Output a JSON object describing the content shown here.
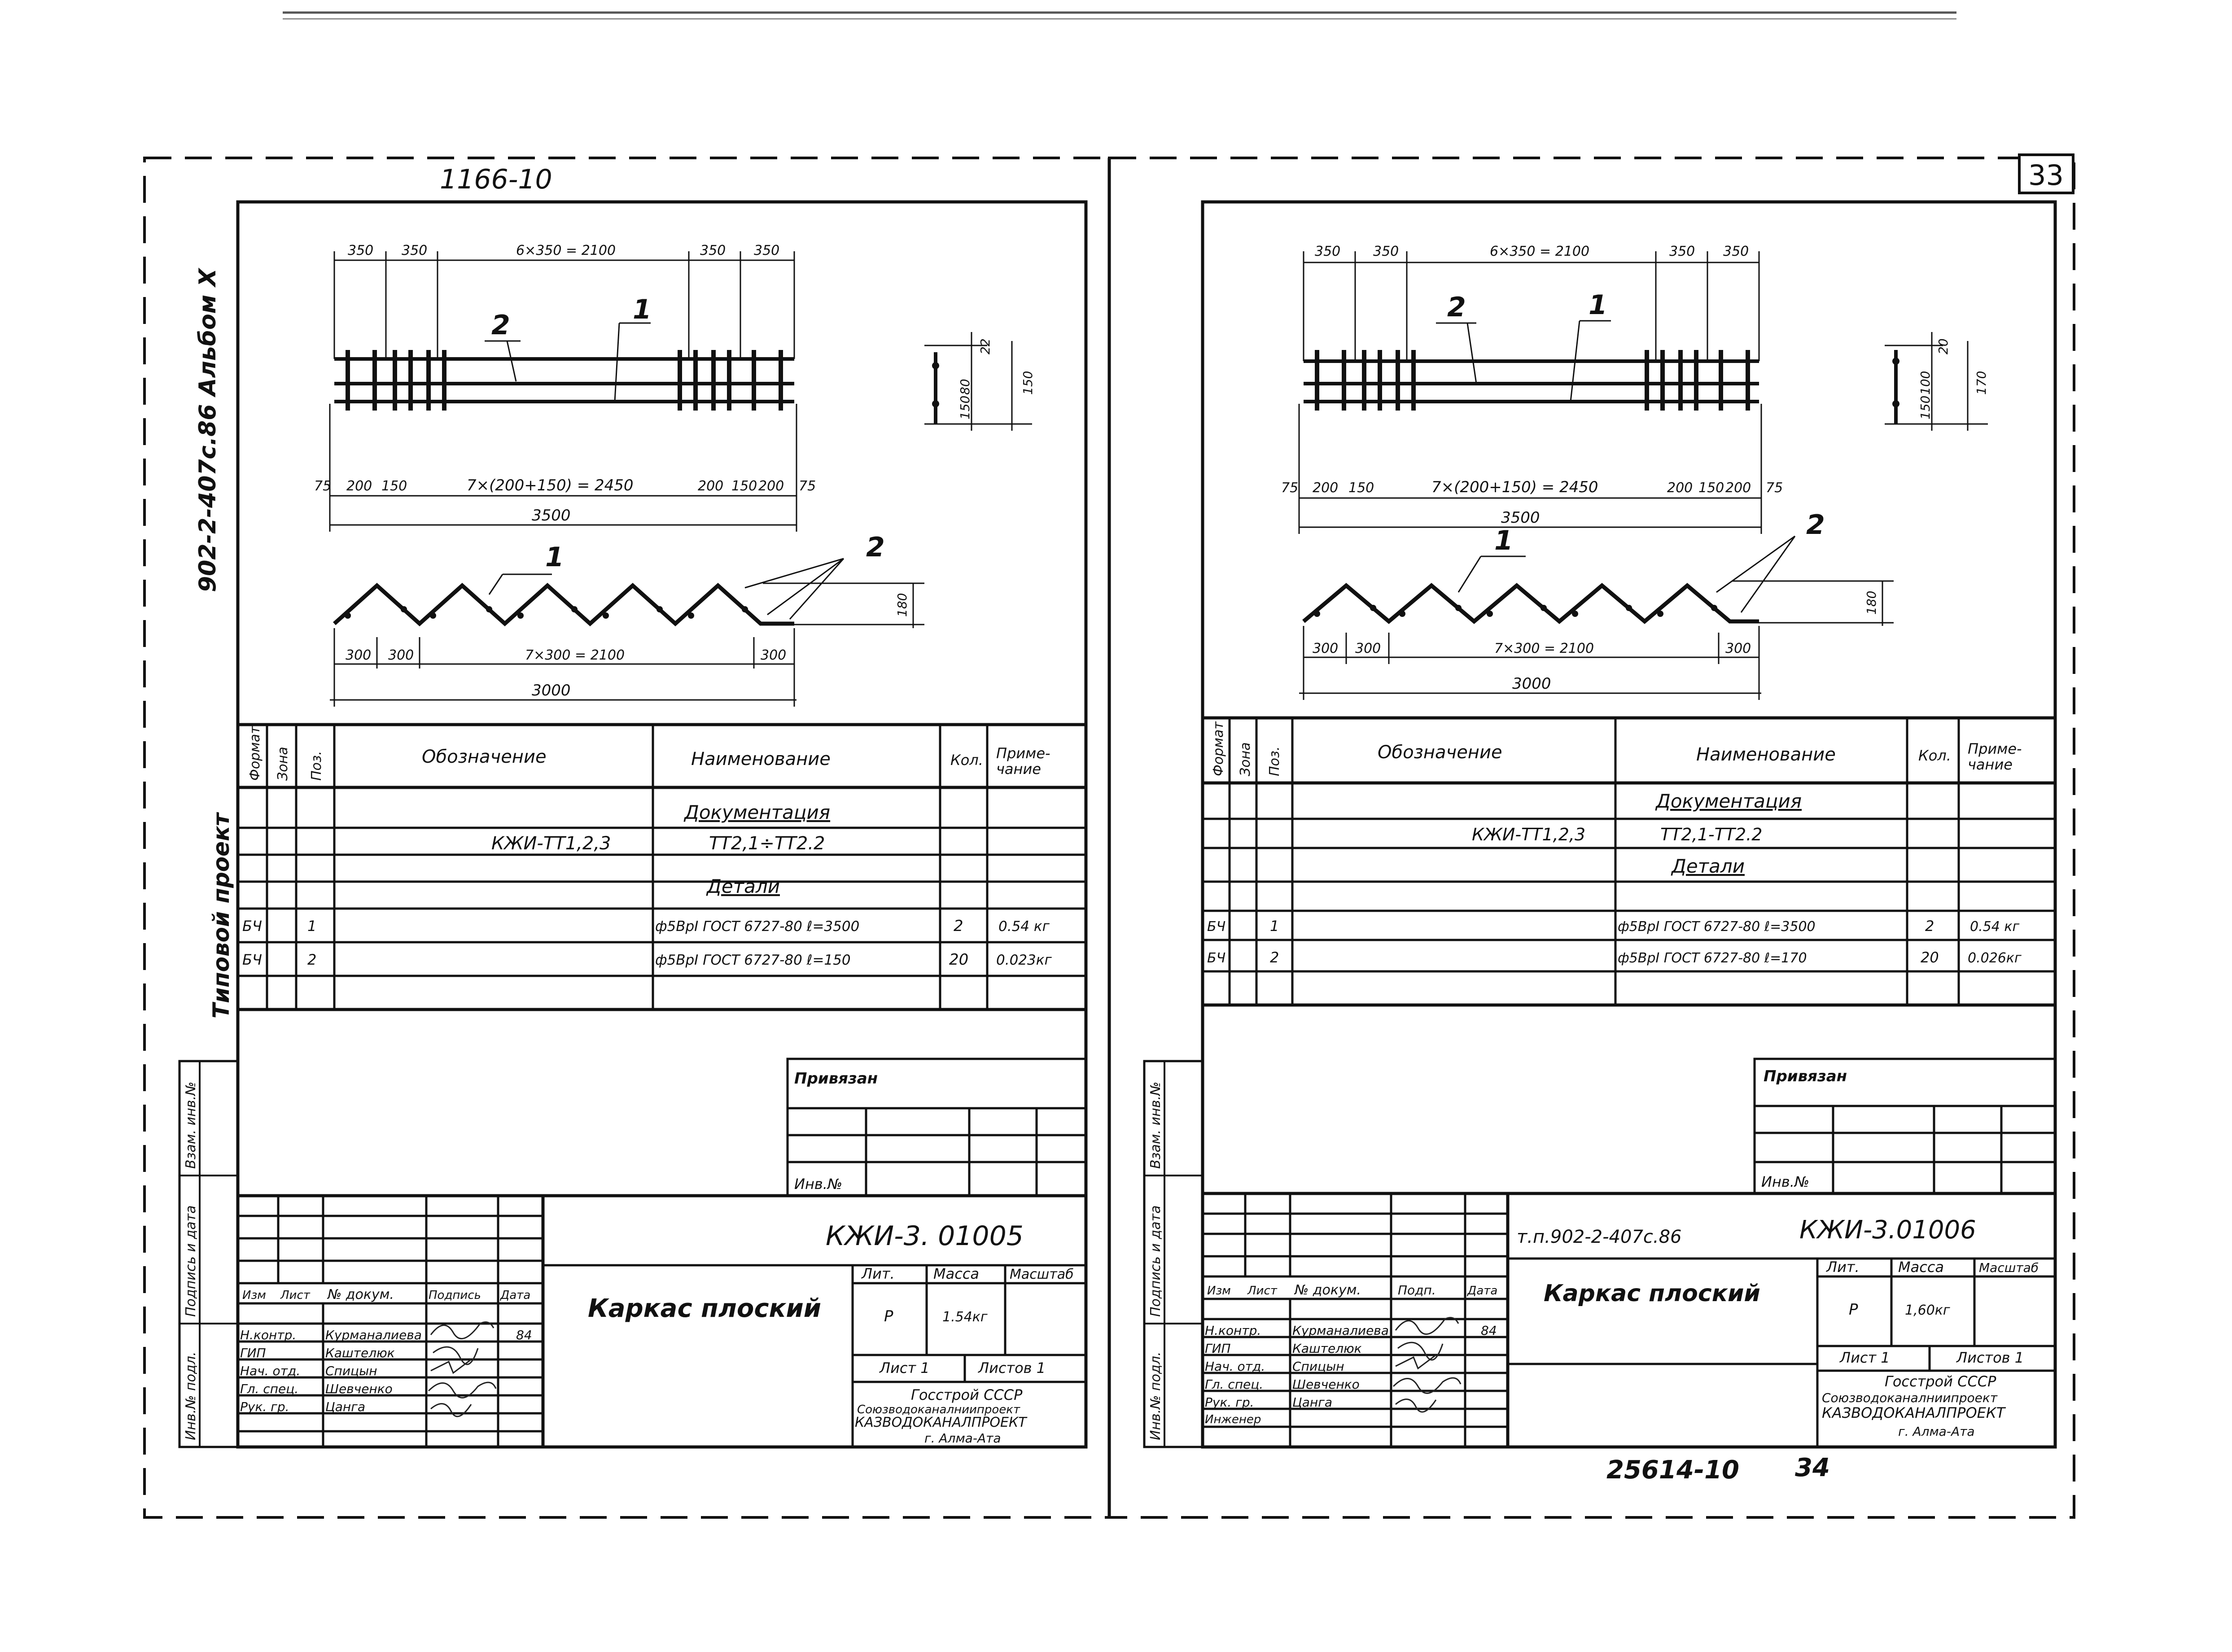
{
  "header": {
    "top_left_number": "1166-10",
    "page_number": "33",
    "bottom_doc_number": "25614-10",
    "bottom_page_number": "34"
  },
  "left_sheet": {
    "side_series": "902-2-407с.86 Альбом X",
    "side_typical_project": "Типовой проект",
    "side_stamp": [
      "Инв.№ подл.",
      "Подпись и дата",
      "Взам. инв.№"
    ],
    "plan_dims": {
      "top": [
        "350",
        "350",
        "6×350 = 2100",
        "350",
        "350"
      ],
      "bottom": [
        "75",
        "200",
        "150",
        "7×(200+150) = 2450",
        "200",
        "150",
        "200",
        "75"
      ],
      "total": "3500",
      "callouts": [
        "2",
        "1"
      ]
    },
    "section_dims": [
      "22",
      "80",
      "150",
      "150"
    ],
    "zigzag": {
      "callouts": [
        "1",
        "2"
      ],
      "dims": [
        "300",
        "300",
        "7×300 = 2100",
        "300"
      ],
      "total": "3000",
      "height": "180"
    },
    "spec": {
      "headers": [
        "Формат",
        "Зона",
        "Поз.",
        "Обозначение",
        "Наименование",
        "Кол.",
        "Приме-\nчание"
      ],
      "section_docs": "Документация",
      "doc_row": {
        "designation": "КЖИ-ТТ1,2,3",
        "name": "ТТ2,1÷ТТ2.2"
      },
      "section_details": "Детали",
      "rows": [
        {
          "format": "БЧ",
          "pos": "1",
          "name": "ф5ВрI ГОСТ 6727-80 ℓ=3500",
          "qty": "2",
          "note": "0.54 кг"
        },
        {
          "format": "БЧ",
          "pos": "2",
          "name": "ф5ВрI ГОСТ 6727-80 ℓ=150",
          "qty": "20",
          "note": "0.023кг"
        }
      ]
    },
    "binding": {
      "title": "Привязан",
      "inv": "Инв.№"
    },
    "title_block": {
      "code": "КЖИ-3. 01005",
      "name": "Каркас плоский",
      "col_headers": [
        "Изм",
        "Лист",
        "№ докум.",
        "Подпись",
        "Дата"
      ],
      "roles": [
        "Н.контр.",
        "ГИП",
        "Нач. отд.",
        "Гл. спец.",
        "Рук. гр."
      ],
      "people": [
        "Курманалиева",
        "Каштелюк",
        "Спицын",
        "Шевченко",
        "Цанга"
      ],
      "date": "84",
      "stage_headers": [
        "Лит.",
        "Масса",
        "Масштаб"
      ],
      "stage": "Р",
      "mass": "1.54кг",
      "sheet": "Лист 1",
      "sheets": "Листов 1",
      "org": [
        "Госстрой СССР",
        "Союзводоканалниипроект",
        "КАЗВОДОКАНАЛПРОЕКТ",
        "г. Алма-Ата"
      ]
    }
  },
  "right_sheet": {
    "side_stamp": [
      "Инв.№ подл.",
      "Подпись и дата",
      "Взам. инв.№"
    ],
    "plan_dims": {
      "top": [
        "350",
        "350",
        "6×350 = 2100",
        "350",
        "350"
      ],
      "bottom": [
        "75",
        "200",
        "150",
        "7×(200+150) = 2450",
        "200",
        "150",
        "200",
        "75"
      ],
      "total": "3500",
      "callouts": [
        "2",
        "1"
      ]
    },
    "section_dims": [
      "20",
      "100",
      "150",
      "170"
    ],
    "zigzag": {
      "callouts": [
        "1",
        "2"
      ],
      "dims": [
        "300",
        "300",
        "7×300 = 2100",
        "300"
      ],
      "total": "3000",
      "height": "180"
    },
    "spec": {
      "headers": [
        "Формат",
        "Зона",
        "Поз.",
        "Обозначение",
        "Наименование",
        "Кол.",
        "Приме-\nчание"
      ],
      "section_docs": "Документация",
      "doc_row": {
        "designation": "КЖИ-ТТ1,2,3",
        "name": "ТТ2,1-ТТ2.2"
      },
      "section_details": "Детали",
      "rows": [
        {
          "format": "БЧ",
          "pos": "1",
          "name": "ф5ВрI ГОСТ 6727-80 ℓ=3500",
          "qty": "2",
          "note": "0.54 кг"
        },
        {
          "format": "БЧ",
          "pos": "2",
          "name": "ф5ВрI ГОСТ 6727-80 ℓ=170",
          "qty": "20",
          "note": "0.026кг"
        }
      ]
    },
    "binding": {
      "title": "Привязан",
      "inv": "Инв.№"
    },
    "title_block": {
      "series": "т.п.902-2-407с.86",
      "code": "КЖИ-3.01006",
      "name": "Каркас плоский",
      "col_headers": [
        "Изм",
        "Лист",
        "№ докум.",
        "Подп.",
        "Дата"
      ],
      "roles": [
        "Н.контр.",
        "ГИП",
        "Нач. отд.",
        "Гл. спец.",
        "Рук. гр.",
        "Инженер"
      ],
      "people": [
        "Курманалиева",
        "Каштелюк",
        "Спицын",
        "Шевченко",
        "Цанга"
      ],
      "date": "84",
      "stage_headers": [
        "Лит.",
        "Масса",
        "Масштаб"
      ],
      "stage": "Р",
      "mass": "1,60кг",
      "sheet": "Лист 1",
      "sheets": "Листов 1",
      "org": [
        "Госстрой СССР",
        "Союзводоканалниипроект",
        "КАЗВОДОКАНАЛПРОЕКТ",
        "г. Алма-Ата"
      ]
    }
  }
}
